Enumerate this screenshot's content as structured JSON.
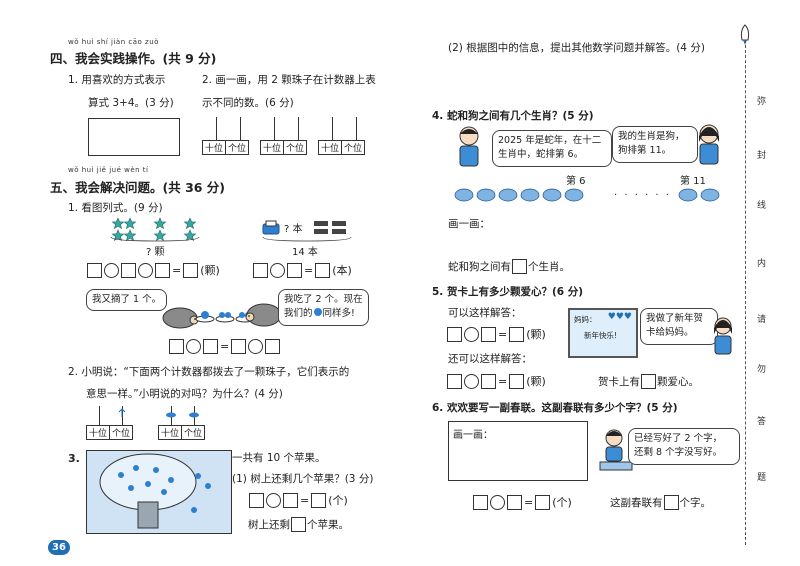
{
  "left": {
    "s4_pinyin": "wǒ huì shí jiàn cāo zuò",
    "s4_title": "四、我会实践操作。(共 9 分)",
    "s4_q1_a": "1. 用喜欢的方式表示",
    "s4_q1_b": "算式 3+4。(3 分)",
    "s4_q2_a": "2. 画一画，用 2 颗珠子在计数器上表",
    "s4_q2_b": "示不同的数。(6 分)",
    "place_tens": "十位",
    "place_ones": "个位",
    "s5_pinyin": "wǒ huì jiě jué wèn tí",
    "s5_title": "五、我会解决问题。(共 36 分)",
    "q1_title": "1. 看图列式。(9 分)",
    "q1_stars_label": "? 颗",
    "q1_books_top": "? 本",
    "q1_books_label": "14 本",
    "unit_ke": "(颗)",
    "unit_ben": "(本)",
    "hedgehog1_said": "我又摘了 1 个。",
    "hedgehog2_said_a": "我吃了 2 个。现在",
    "hedgehog2_said_b": "我们的",
    "hedgehog2_said_c": "同样多!",
    "q2_a": "2. 小明说：“下面两个计数器都拨去了一颗珠子，它们表示的",
    "q2_b": "意思一样。”小明说的对吗？为什么？(4 分)",
    "q3_num": "3.",
    "q3_intro": "一共有 10 个苹果。",
    "q3_sub": "(1) 树上还剩几个苹果？(3 分)",
    "unit_ge": "(个)",
    "q3_ans_a": "树上还剩",
    "q3_ans_b": "个苹果。",
    "page_number": "36"
  },
  "right": {
    "top_q": "(2) 根据图中的信息，提出其他数学问题并解答。(4 分)",
    "q4_title": "4. 蛇和狗之间有几个生肖？(5 分)",
    "q4_bubble_a": "2025 年是蛇年，在十二",
    "q4_bubble_b": "生肖中，蛇排第 6。",
    "q4_bubble2_a": "我的生肖是狗，",
    "q4_bubble2_b": "狗排第 11。",
    "q4_label_6": "第 6",
    "q4_dots": "· · · · · ·",
    "q4_label_11": "第 11",
    "draw": "画一画：",
    "q4_ans_a": "蛇和狗之间有",
    "q4_ans_b": "个生肖。",
    "q5_title": "5. 贺卡上有多少颗爱心？(6 分)",
    "q5_way1": "可以这样解答：",
    "q5_way2": "还可以这样解答：",
    "q5_card_a": "妈妈：",
    "q5_card_b": "新年快乐!",
    "q5_bubble_a": "我做了新年贺",
    "q5_bubble_b": "卡给妈妈。",
    "unit_ke": "(颗)",
    "q5_ans_a": "贺卡上有",
    "q5_ans_b": "颗爱心。",
    "q6_title": "6. 欢欢要写一副春联。这副春联有多少个字？(5 分)",
    "q6_draw": "画一画：",
    "q6_bubble_a": "已经写好了 2 个字，",
    "q6_bubble_b": "还剩 8 个字没写好。",
    "unit_ge": "(个)",
    "q6_ans_a": "这副春联有",
    "q6_ans_b": "个字。"
  },
  "margin_chars": [
    "弥",
    "封",
    "线",
    "内",
    "请",
    "勿",
    "答",
    "题"
  ],
  "colors": {
    "accent_blue": "#1f6fb5",
    "star_teal": "#3aa6a0",
    "apple_blue": "#2f7fd0",
    "tree_bg": "#cfe3f4"
  }
}
